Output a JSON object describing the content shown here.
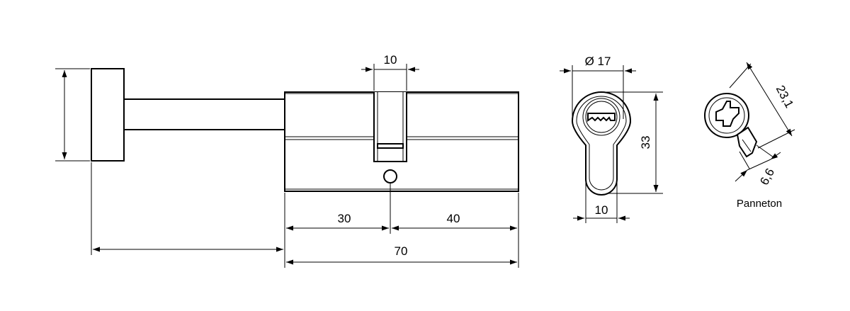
{
  "dimensions": {
    "width_top": "10",
    "diameter": "Ø 17",
    "height": "33",
    "bottom_width": "10",
    "left_length": "30",
    "right_length": "40",
    "total_length": "70",
    "cam_length": "23,1",
    "cam_width": "6,6"
  },
  "labels": {
    "cam_view": "Panneton"
  }
}
